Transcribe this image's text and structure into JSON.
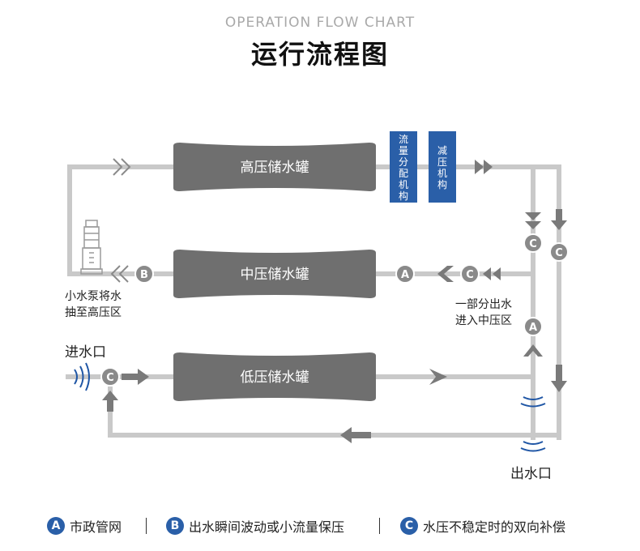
{
  "header": {
    "title_en": "OPERATION FLOW CHART",
    "title_cn": "运行流程图"
  },
  "tanks": {
    "high": "高压储水罐",
    "mid": "中压储水罐",
    "low": "低压储水罐"
  },
  "boxes": {
    "flow": [
      "流",
      "量",
      "分",
      "配",
      "机",
      "构"
    ],
    "reduce": [
      "减",
      "压",
      "机",
      "构"
    ]
  },
  "notes": {
    "pump": [
      "小水泵将水",
      "抽至高压区"
    ],
    "mid_out": [
      "一部分出水",
      "进入中压区"
    ]
  },
  "ports": {
    "inlet": "进水口",
    "outlet": "出水口"
  },
  "markers": {
    "a": "A",
    "b": "B",
    "c": "C"
  },
  "legend": [
    {
      "letter": "A",
      "text": "市政管网"
    },
    {
      "letter": "B",
      "text": "出水瞬间波动或小流量保压"
    },
    {
      "letter": "C",
      "text": "水压不稳定时的双向补偿"
    }
  ],
  "colors": {
    "pipe": "#c9c9c9",
    "tank": "#6f6f6f",
    "marker": "#8a8a8a",
    "arrow": "#7a7a7a",
    "accent_blue": "#2a5fa8",
    "wave_blue": "#1f56a5"
  }
}
